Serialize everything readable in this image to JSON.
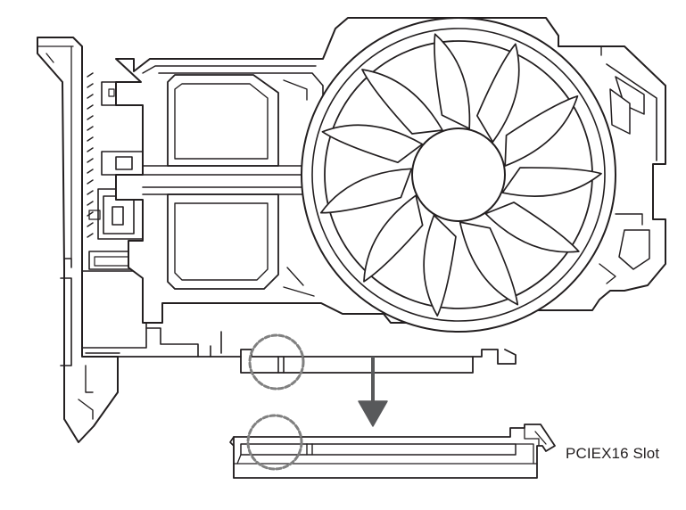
{
  "diagram": {
    "slot_label": "PCIEX16 Slot",
    "line_color": "#231f20",
    "callout_color": "#808080",
    "components": {
      "graphics_card": "graphics-card",
      "fan": "cooling-fan",
      "bracket": "io-bracket",
      "slot": "pcie-x16-slot",
      "arrow": "insert-direction-arrow",
      "callouts": "latch-alignment-callouts"
    }
  }
}
